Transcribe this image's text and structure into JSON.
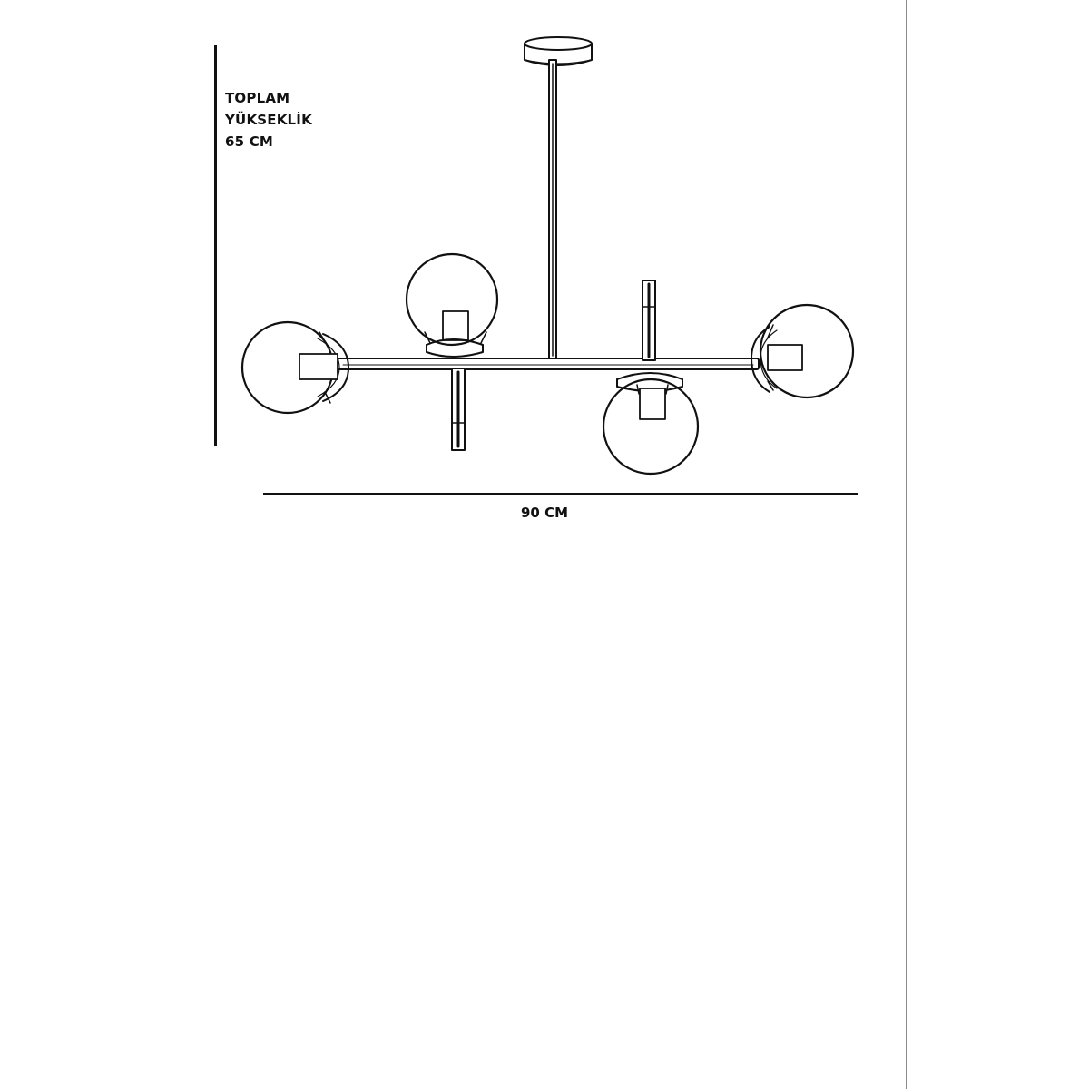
{
  "dimensions": {
    "height": {
      "line1": "TOPLAM",
      "line2": "YÜKSEKLİK",
      "value": "65 CM"
    },
    "width": {
      "value": "90 CM"
    }
  },
  "colors": {
    "ink": "#111111",
    "page_edge": "#8a8a8a",
    "background": "#ffffff"
  }
}
